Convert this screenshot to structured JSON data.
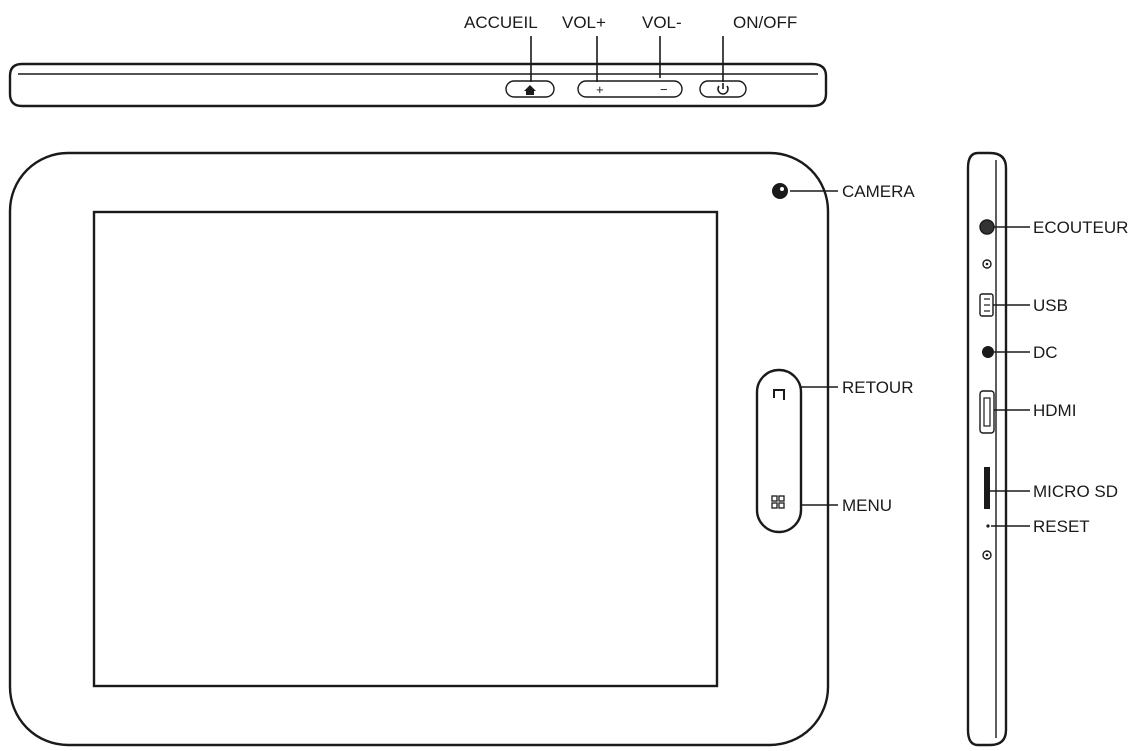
{
  "labels": {
    "accueil": "ACCUEIL",
    "vol_plus": "VOL+",
    "vol_minus": "VOL-",
    "on_off": "ON/OFF",
    "camera": "CAMERA",
    "retour": "RETOUR",
    "menu": "MENU",
    "ecouteur": "ECOUTEUR",
    "usb": "USB",
    "dc": "DC",
    "hdmi": "HDMI",
    "micro_sd": "MICRO SD",
    "reset": "RESET"
  },
  "button_glyphs": {
    "plus": "+",
    "minus": "−"
  },
  "colors": {
    "line": "#1a1a1a",
    "background": "#ffffff"
  }
}
